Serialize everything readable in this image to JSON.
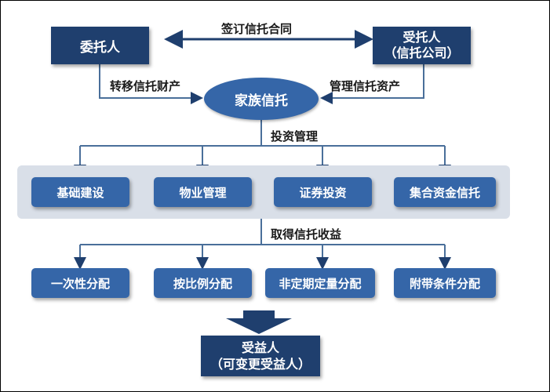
{
  "nodes": {
    "settlor": "委托人",
    "trustee_line1": "受托人",
    "trustee_line2": "（信托公司）",
    "family_trust": "家族信托",
    "beneficiary_line1": "受益人",
    "beneficiary_line2": "（可变更受益人）"
  },
  "edges": {
    "sign_contract": "签订信托合同",
    "transfer_property": "转移信托财产",
    "manage_assets": "管理信托资产",
    "investment_management": "投资管理",
    "obtain_income": "取得信托收益"
  },
  "investments": [
    "基础建设",
    "物业管理",
    "证券投资",
    "集合资金信托"
  ],
  "distributions": [
    "一次性分配",
    "按比例分配",
    "非定期定量分配",
    "附带条件分配"
  ],
  "colors": {
    "dark": "#1f3f6e",
    "mid": "#3566a8",
    "band": "#d9dfe8",
    "line": "#4a6f9a",
    "arrow": "#1f3f6e"
  }
}
